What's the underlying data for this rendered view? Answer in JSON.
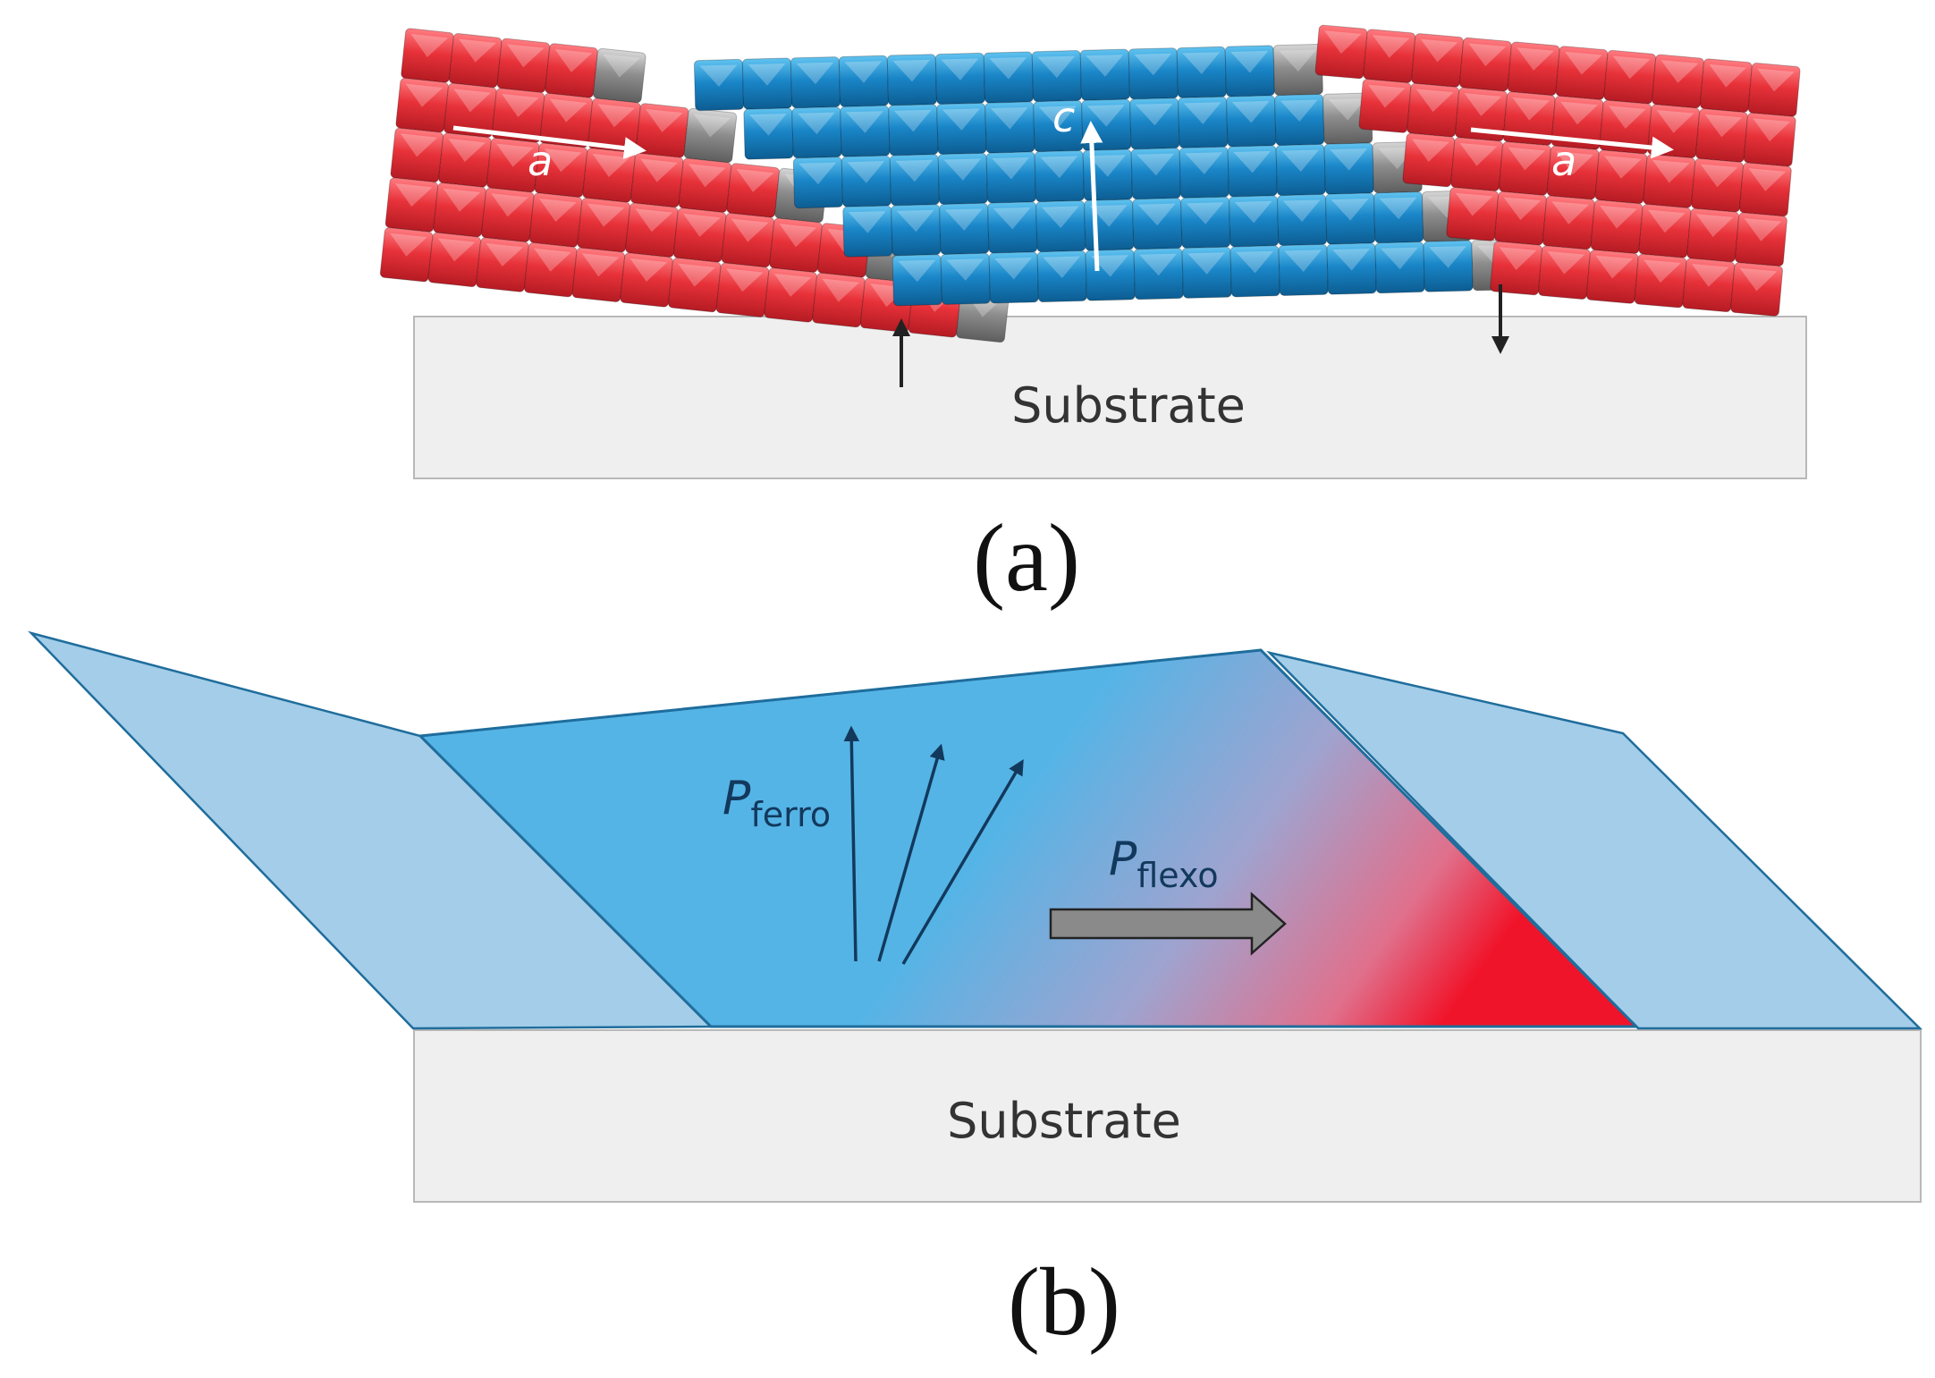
{
  "panel_a": {
    "label": "(a)",
    "substrate_label": "Substrate",
    "a_left_label": "a",
    "a_right_label": "a",
    "c_label": "c",
    "colors": {
      "a_domain": "#e8323a",
      "c_domain": "#1a86c8",
      "wall_cell": "#8e8e8e",
      "substrate_fill": "#efefef",
      "substrate_stroke": "#b8b8b8"
    }
  },
  "panel_b": {
    "label": "(b)",
    "substrate_label": "Substrate",
    "p_ferro_main": "P",
    "p_ferro_sub": "ferro",
    "p_flexo_main": "P",
    "p_flexo_sub": "flexo",
    "colors": {
      "side_panel": "#a3cde8",
      "gradient_top": "#55b4e6",
      "gradient_bottom": "#f0142a",
      "outline": "#1f6d9c",
      "flexo_arrow": "#8a8a8a"
    }
  }
}
